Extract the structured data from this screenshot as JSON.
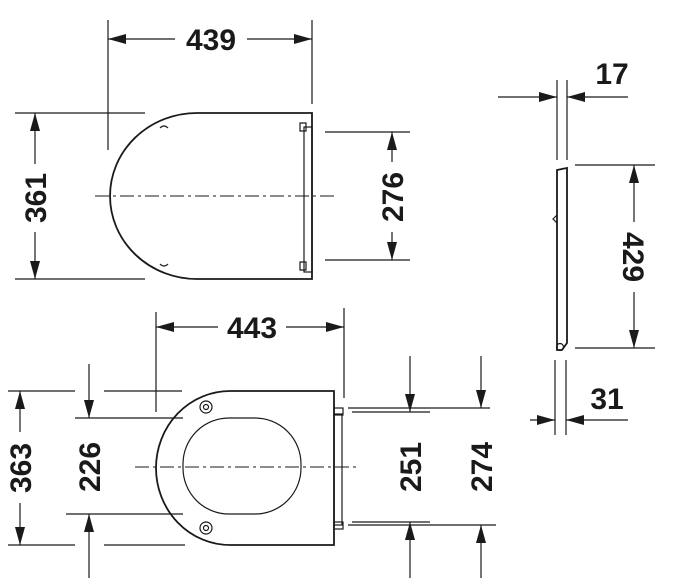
{
  "dimensions": {
    "top_width": "439",
    "top_height": "361",
    "top_hinge_span": "276",
    "side_thickness": "17",
    "side_length": "429",
    "side_hinge_height": "31",
    "bottom_width": "443",
    "bottom_height": "363",
    "bottom_inner_opening": "226",
    "bottom_hinge_inner": "251",
    "bottom_hinge_outer": "274"
  }
}
